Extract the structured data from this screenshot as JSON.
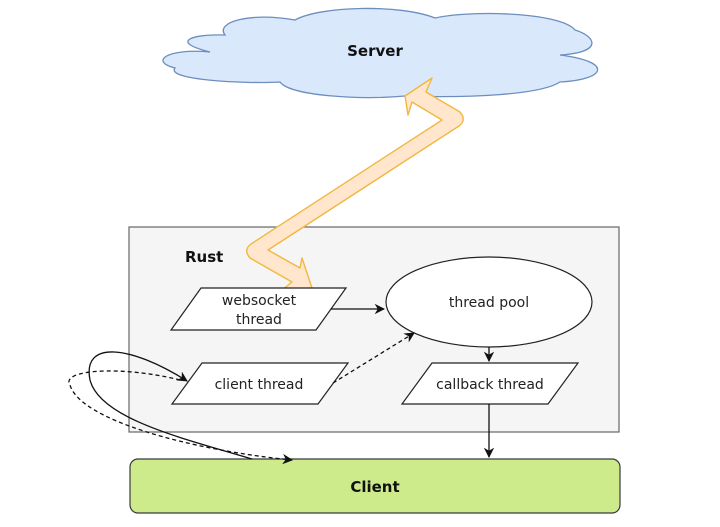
{
  "server": {
    "label": "Server"
  },
  "rust": {
    "label": "Rust"
  },
  "nodes": {
    "websocket_thread": {
      "line1": "websocket",
      "line2": "thread"
    },
    "thread_pool": {
      "label": "thread pool"
    },
    "client_thread": {
      "label": "client thread"
    },
    "callback_thread": {
      "label": "callback thread"
    }
  },
  "client": {
    "label": "Client"
  },
  "colors": {
    "cloud_fill": "#dae8fc",
    "cloud_stroke": "#6c8ebf",
    "rust_fill": "#f5f5f5",
    "rust_stroke": "#666666",
    "client_fill": "#cdeb8b",
    "client_stroke": "#36393d",
    "arrow_fill": "#ffe6cc",
    "arrow_stroke": "#f0b840"
  }
}
